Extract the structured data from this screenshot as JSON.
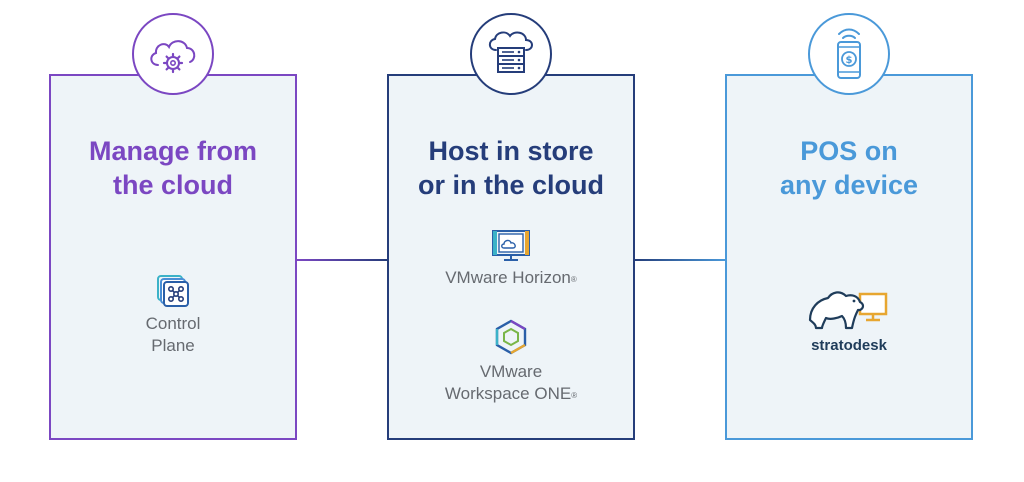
{
  "colors": {
    "manage": "#7b47c2",
    "host": "#253d7a",
    "pos": "#4a99d9",
    "panel_bg": "#eef4f8",
    "label_gray": "#666a70"
  },
  "panels": [
    {
      "title": "Manage from\nthe cloud",
      "icon": "cloud-gear-icon",
      "products": [
        {
          "icon": "control-plane-icon",
          "label": "Control\nPlane"
        }
      ]
    },
    {
      "title": "Host in store\nor in the cloud",
      "icon": "cloud-server-icon",
      "products": [
        {
          "icon": "vmware-horizon-icon",
          "label": "VMware Horizon",
          "mark": "®"
        },
        {
          "icon": "workspace-one-icon",
          "label": "VMware\nWorkspace ONE",
          "mark": "®"
        }
      ]
    },
    {
      "title": "POS on\nany device",
      "icon": "mobile-payment-icon",
      "products": [
        {
          "icon": "stratodesk-bear-logo",
          "label": "stratodesk"
        }
      ]
    }
  ]
}
